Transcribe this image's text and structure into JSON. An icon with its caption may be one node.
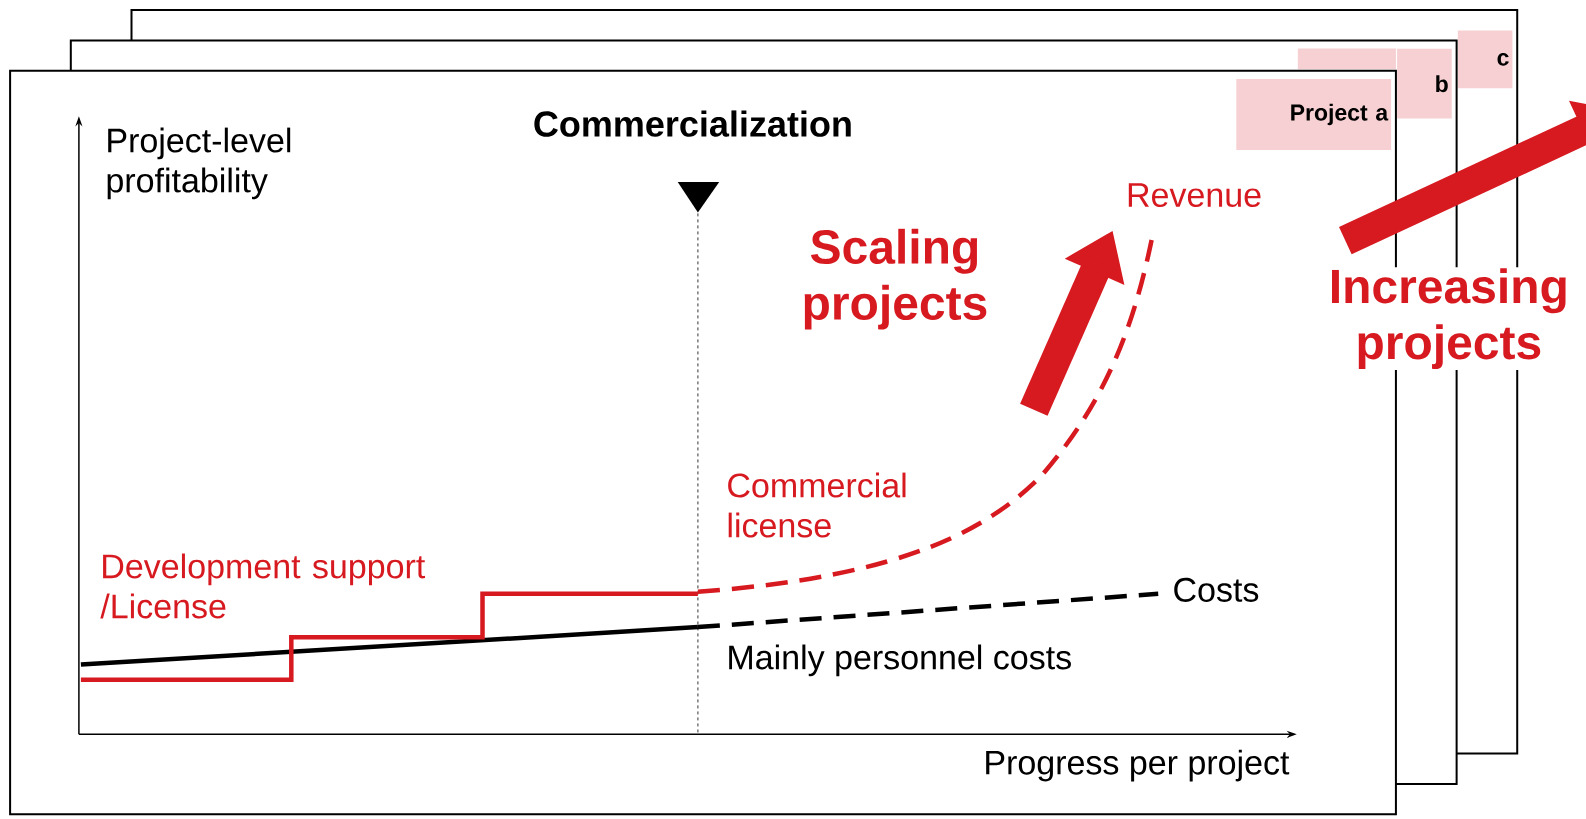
{
  "diagram": {
    "nodes": [
      {
        "text": [
          "c"
        ]
      },
      {
        "text": [
          "b"
        ]
      },
      {
        "text": [
          "Project a"
        ]
      }
    ],
    "labels": [
      "Commercialization",
      "Project-level profitability",
      "Revenue",
      "Scaling projects",
      "Increasing projects",
      "Commercial license",
      "Development support /License",
      "Costs",
      "Mainly personnel costs",
      "Progress per project"
    ]
  }
}
